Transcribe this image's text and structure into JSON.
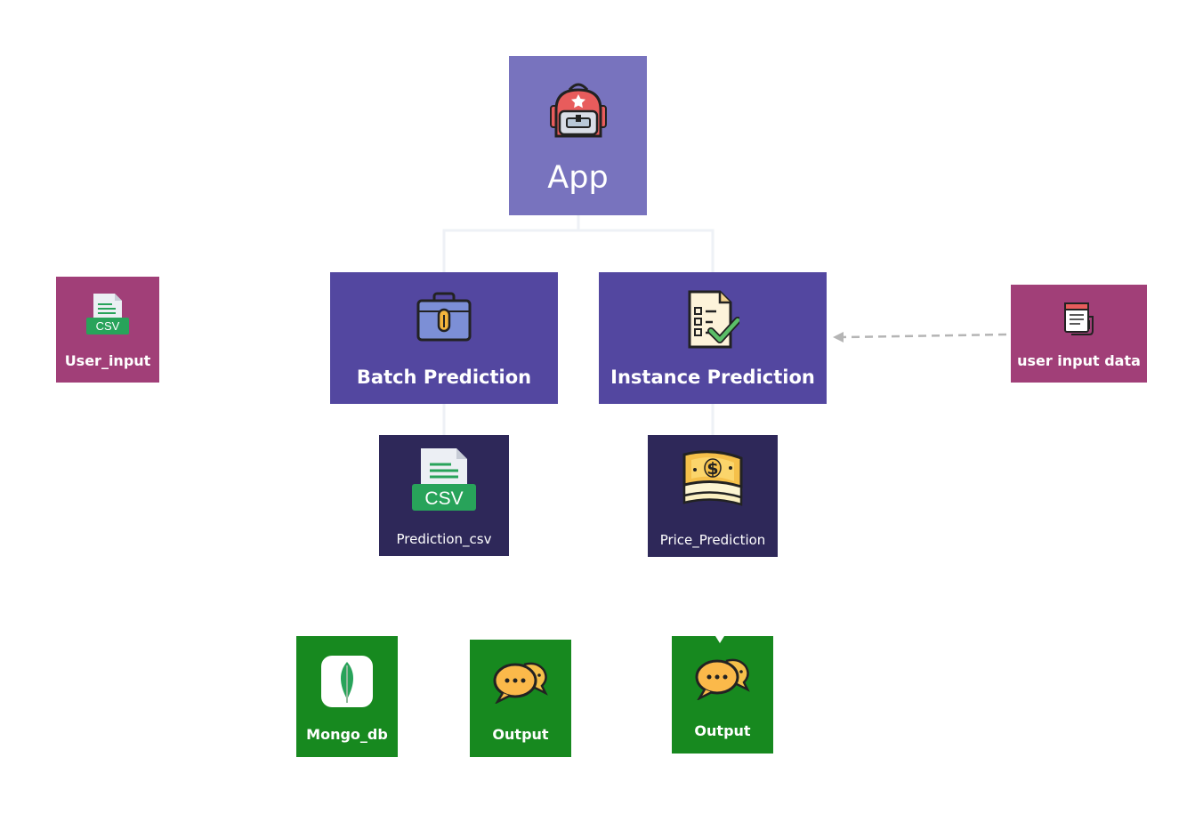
{
  "nodes": {
    "app": {
      "label": "App"
    },
    "batch_prediction": {
      "label": "Batch Prediction"
    },
    "instance_prediction": {
      "label": "Instance Prediction"
    },
    "user_input": {
      "label": "User_input",
      "badge": "CSV"
    },
    "user_input_data": {
      "label": "user input data"
    },
    "prediction_csv": {
      "label": "Prediction_csv",
      "badge": "CSV"
    },
    "price_prediction": {
      "label": "Price_Prediction"
    },
    "mongo_db": {
      "label": "Mongo_db"
    },
    "output_1": {
      "label": "Output"
    },
    "output_2": {
      "label": "Output"
    }
  },
  "icons": {
    "app": "backpack-icon",
    "batch_prediction": "briefcase-icon",
    "instance_prediction": "checklist-icon",
    "user_input": "csv-file-icon",
    "user_input_data": "form-document-icon",
    "prediction_csv": "csv-file-icon",
    "price_prediction": "money-bill-icon",
    "mongo_db": "mongodb-leaf-icon",
    "output": "chat-bubbles-icon"
  },
  "colors": {
    "app": "#7873be",
    "prediction": "#5347a0",
    "result": "#2e2859",
    "input": "#a13f78",
    "output": "#17891f",
    "connector": "#e9edf4",
    "arrow": "#b0b0b0"
  }
}
